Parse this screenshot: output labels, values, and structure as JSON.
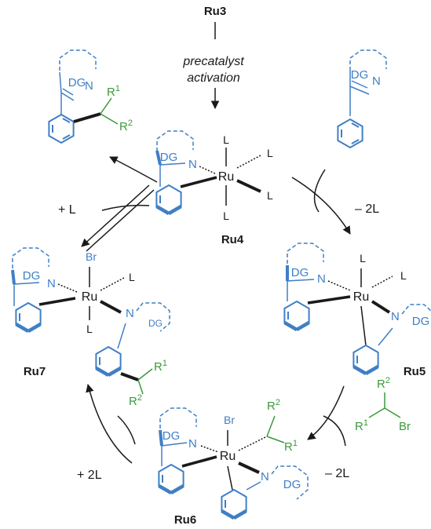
{
  "labels": {
    "ru3": "Ru3",
    "ru4": "Ru4",
    "ru5": "Ru5",
    "ru6": "Ru6",
    "ru7": "Ru7",
    "activation_line1": "precatalyst",
    "activation_line2": "activation",
    "plus_L": "+ L",
    "minus_2L_top": "– 2L",
    "minus_2L_bottom": "– 2L",
    "plus_2L": "+ 2L"
  },
  "atoms": {
    "dg": "DG",
    "n": "N",
    "ru": "Ru",
    "l": "L",
    "br": "Br",
    "r": "R",
    "one": "1",
    "two": "2"
  },
  "colors": {
    "ligand_blue": "#3f7fc6",
    "substituent_green": "#3a9a3a",
    "text_black": "#1a1a1a"
  }
}
